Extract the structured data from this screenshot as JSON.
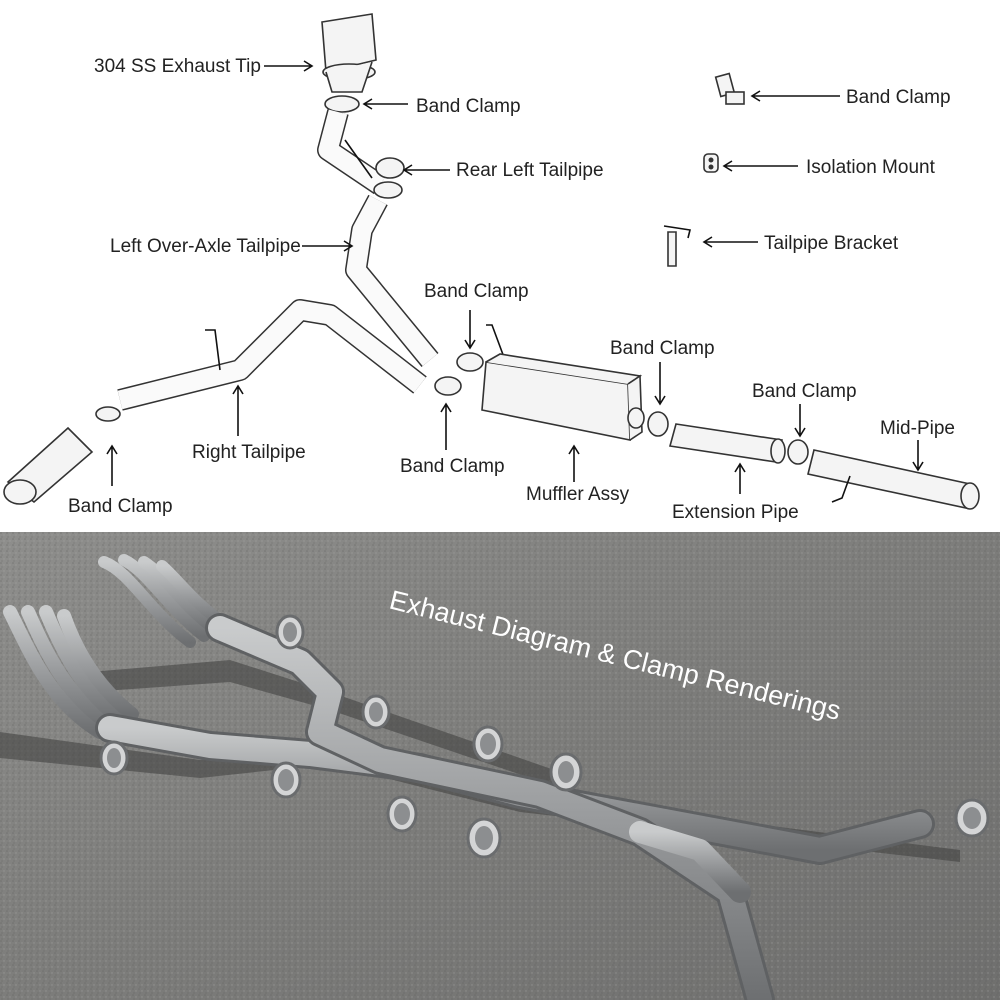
{
  "diagram": {
    "labels": {
      "exhaust_tip": "304 SS Exhaust Tip",
      "band_clamp_top": "Band Clamp",
      "rear_left_tailpipe": "Rear Left Tailpipe",
      "left_over_axle": "Left Over-Axle Tailpipe",
      "band_clamp_legend": "Band Clamp",
      "isolation_mount": "Isolation Mount",
      "tailpipe_bracket": "Tailpipe Bracket",
      "band_clamp_center": "Band Clamp",
      "band_clamp_muffler_outlet": "Band Clamp",
      "band_clamp_ext": "Band Clamp",
      "mid_pipe": "Mid-Pipe",
      "right_tailpipe": "Right Tailpipe",
      "band_clamp_right_tip": "Band Clamp",
      "band_clamp_muffler_inlet": "Band Clamp",
      "muffler_assy": "Muffler Assy",
      "extension_pipe": "Extension Pipe"
    }
  },
  "photo": {
    "caption": "Exhaust Diagram & Clamp Renderings"
  },
  "colors": {
    "asphalt": "#8a8a88",
    "pipe_metal": "#9a9c9e",
    "caption_text": "#ffffff"
  }
}
